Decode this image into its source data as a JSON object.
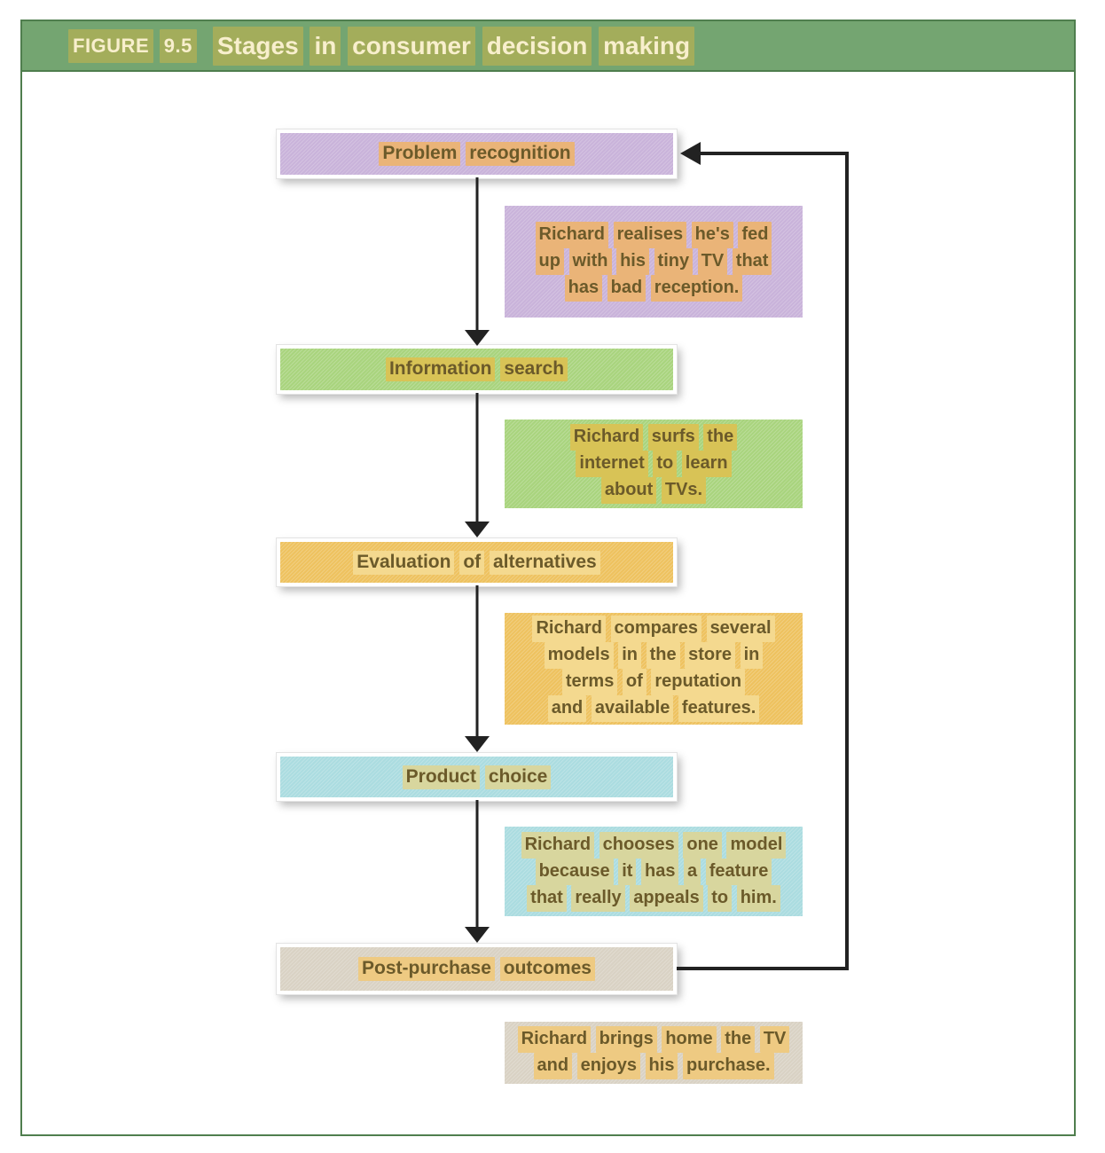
{
  "figure": {
    "label": "FIGURE 9.5",
    "title": "Stages in consumer decision making"
  },
  "colors": {
    "frame_border": "#4f7e4e",
    "header_bg": "#74a571",
    "header_highlight": "#a3ad5b",
    "header_text": "#f8efcd",
    "body_text": "#6b5a2a",
    "arrow": "#222222"
  },
  "stages": [
    {
      "label": "Problem recognition",
      "annotation": [
        "Richard realises he's fed",
        "up with his tiny TV that",
        "has bad reception."
      ],
      "box_color": "#c9b3da",
      "highlight_color": "#eab478"
    },
    {
      "label": "Information search",
      "annotation": [
        "Richard surfs the",
        "internet to learn",
        "about TVs."
      ],
      "box_color": "#a9d47e",
      "highlight_color": "#d8c356"
    },
    {
      "label": "Evaluation of alternatives",
      "annotation": [
        "Richard compares several",
        "models in the store in",
        "terms of reputation",
        "and available features."
      ],
      "box_color": "#eec25f",
      "highlight_color": "#f4d98f"
    },
    {
      "label": "Product choice",
      "annotation": [
        "Richard chooses one model",
        "because it has a feature",
        "that really appeals to him."
      ],
      "box_color": "#abdce0",
      "highlight_color": "#d8d69e"
    },
    {
      "label": "Post-purchase outcomes",
      "annotation": [
        "Richard brings home the TV",
        "and enjoys his purchase."
      ],
      "box_color": "#d9d2c4",
      "highlight_color": "#eeca82"
    }
  ]
}
